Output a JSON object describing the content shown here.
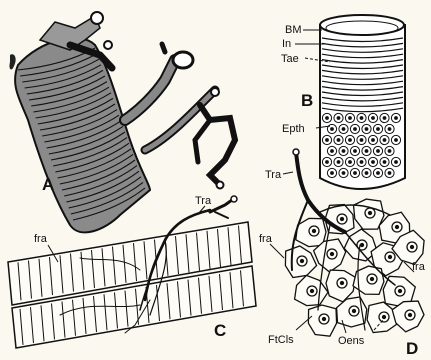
{
  "panel_letters": {
    "a": "A",
    "b": "B",
    "c": "C",
    "d": "D"
  },
  "labels_b": {
    "bm": "BM",
    "in": "In",
    "tae": "Tae",
    "epth": "Epth"
  },
  "labels_c": {
    "tra": "Tra",
    "fra": "fra"
  },
  "labels_d": {
    "tra": "Tra",
    "fra_left": "fra",
    "fra_right": "fra",
    "ftcls": "FtCls",
    "oens": "Oens"
  },
  "colors": {
    "ink": "#111111",
    "paper": "#fbf8f0",
    "shade": "#6a6a6a"
  }
}
